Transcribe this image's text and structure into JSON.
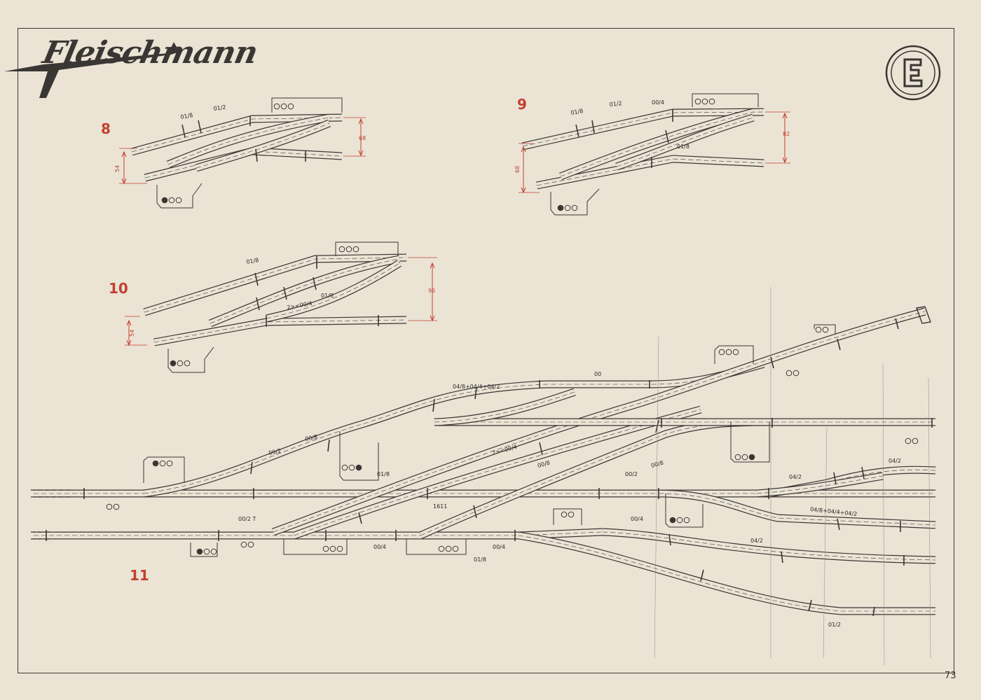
{
  "brand": {
    "name": "Fleischmann",
    "badge_letter": "E"
  },
  "page_number": "73",
  "colors": {
    "paper": "#ebe4d5",
    "ink": "#3a3634",
    "accent_red": "#c2402f"
  },
  "figures": {
    "fig8": {
      "number": "8",
      "track_labels": [
        "01/8",
        "01/2"
      ],
      "dimensions": [
        "68",
        "54"
      ]
    },
    "fig9": {
      "number": "9",
      "track_labels": [
        "01/8",
        "01/2",
        "00/4",
        "01/8"
      ],
      "dimensions": [
        "82",
        "68"
      ]
    },
    "fig10": {
      "number": "10",
      "track_labels": [
        "01/8",
        "2><00/4",
        "01/8"
      ],
      "dimensions": [
        "96",
        "54"
      ]
    },
    "fig11": {
      "number": "11",
      "track_labels": [
        "04/8+04/4+04/2",
        "00",
        "00/2",
        "00/8",
        "2><00/4",
        "00/8",
        "00/2",
        "00/8",
        "01/8",
        "1611",
        "00/2 T",
        "00/4",
        "00/4",
        "01/8",
        "00/4",
        "04/2",
        "04/2",
        "04/8+04/4+04/2",
        "04/2",
        "01/2"
      ]
    }
  }
}
